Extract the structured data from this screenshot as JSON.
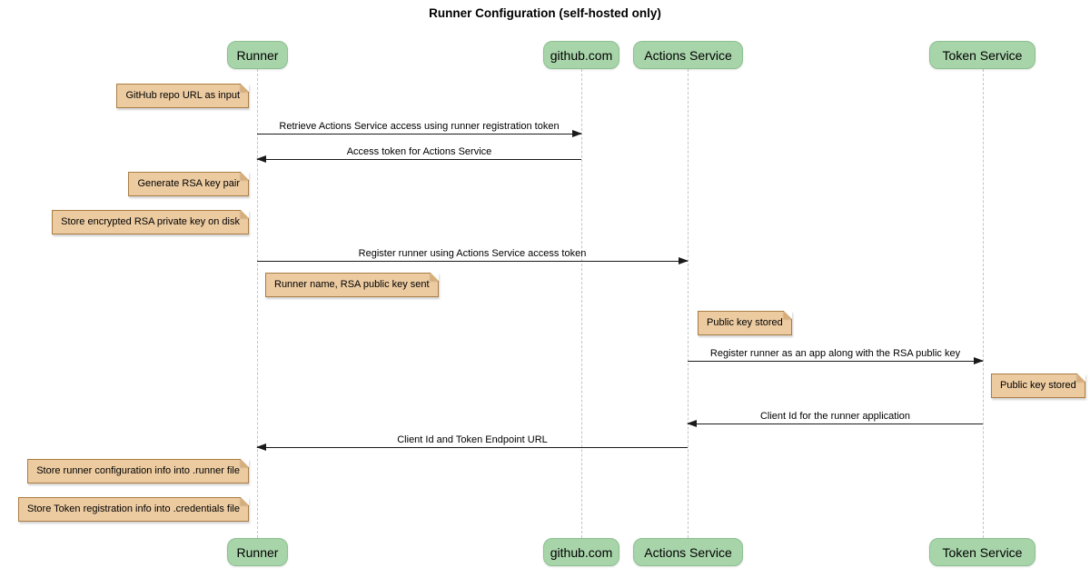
{
  "title": "Runner Configuration (self-hosted only)",
  "actors": [
    {
      "id": "runner",
      "label": "Runner"
    },
    {
      "id": "github",
      "label": "github.com"
    },
    {
      "id": "actions-service",
      "label": "Actions Service"
    },
    {
      "id": "token-service",
      "label": "Token Service"
    }
  ],
  "messages": [
    {
      "from": "Runner",
      "to": "github.com",
      "direction": "right",
      "label": "Retrieve Actions Service access using runner registration token"
    },
    {
      "from": "github.com",
      "to": "Runner",
      "direction": "left",
      "label": "Access token for Actions Service"
    },
    {
      "from": "Runner",
      "to": "Actions Service",
      "direction": "right",
      "label": "Register runner using Actions Service access token"
    },
    {
      "from": "Actions Service",
      "to": "Token Service",
      "direction": "right",
      "label": "Register runner as an app along with the RSA public key"
    },
    {
      "from": "Token Service",
      "to": "Actions Service",
      "direction": "left",
      "label": "Client Id for the runner application"
    },
    {
      "from": "Actions Service",
      "to": "Runner",
      "direction": "left",
      "label": "Client Id and Token Endpoint URL"
    }
  ],
  "notes": [
    {
      "anchor": "left of Runner",
      "text": "GitHub repo URL as input"
    },
    {
      "anchor": "left of Runner",
      "text": "Generate RSA key pair"
    },
    {
      "anchor": "left of Runner",
      "text": "Store encrypted RSA private key on disk"
    },
    {
      "anchor": "right of Runner",
      "text": "Runner name, RSA public key sent"
    },
    {
      "anchor": "right of Actions Service",
      "text": "Public key stored"
    },
    {
      "anchor": "right of Token Service",
      "text": "Public key stored"
    },
    {
      "anchor": "left of Runner",
      "text": "Store runner configuration info into .runner file"
    },
    {
      "anchor": "left of Runner",
      "text": "Store Token registration info into .credentials file"
    }
  ],
  "colors": {
    "actor-fill": "#a8d4aa",
    "actor-border": "#8cc08f",
    "note-fill": "#eccba1",
    "note-border": "#aa7d44",
    "note-fold": "#d7ae79",
    "lifeline": "#c4c4c4",
    "arrow": "#1a1a1a",
    "text": "#000000"
  }
}
